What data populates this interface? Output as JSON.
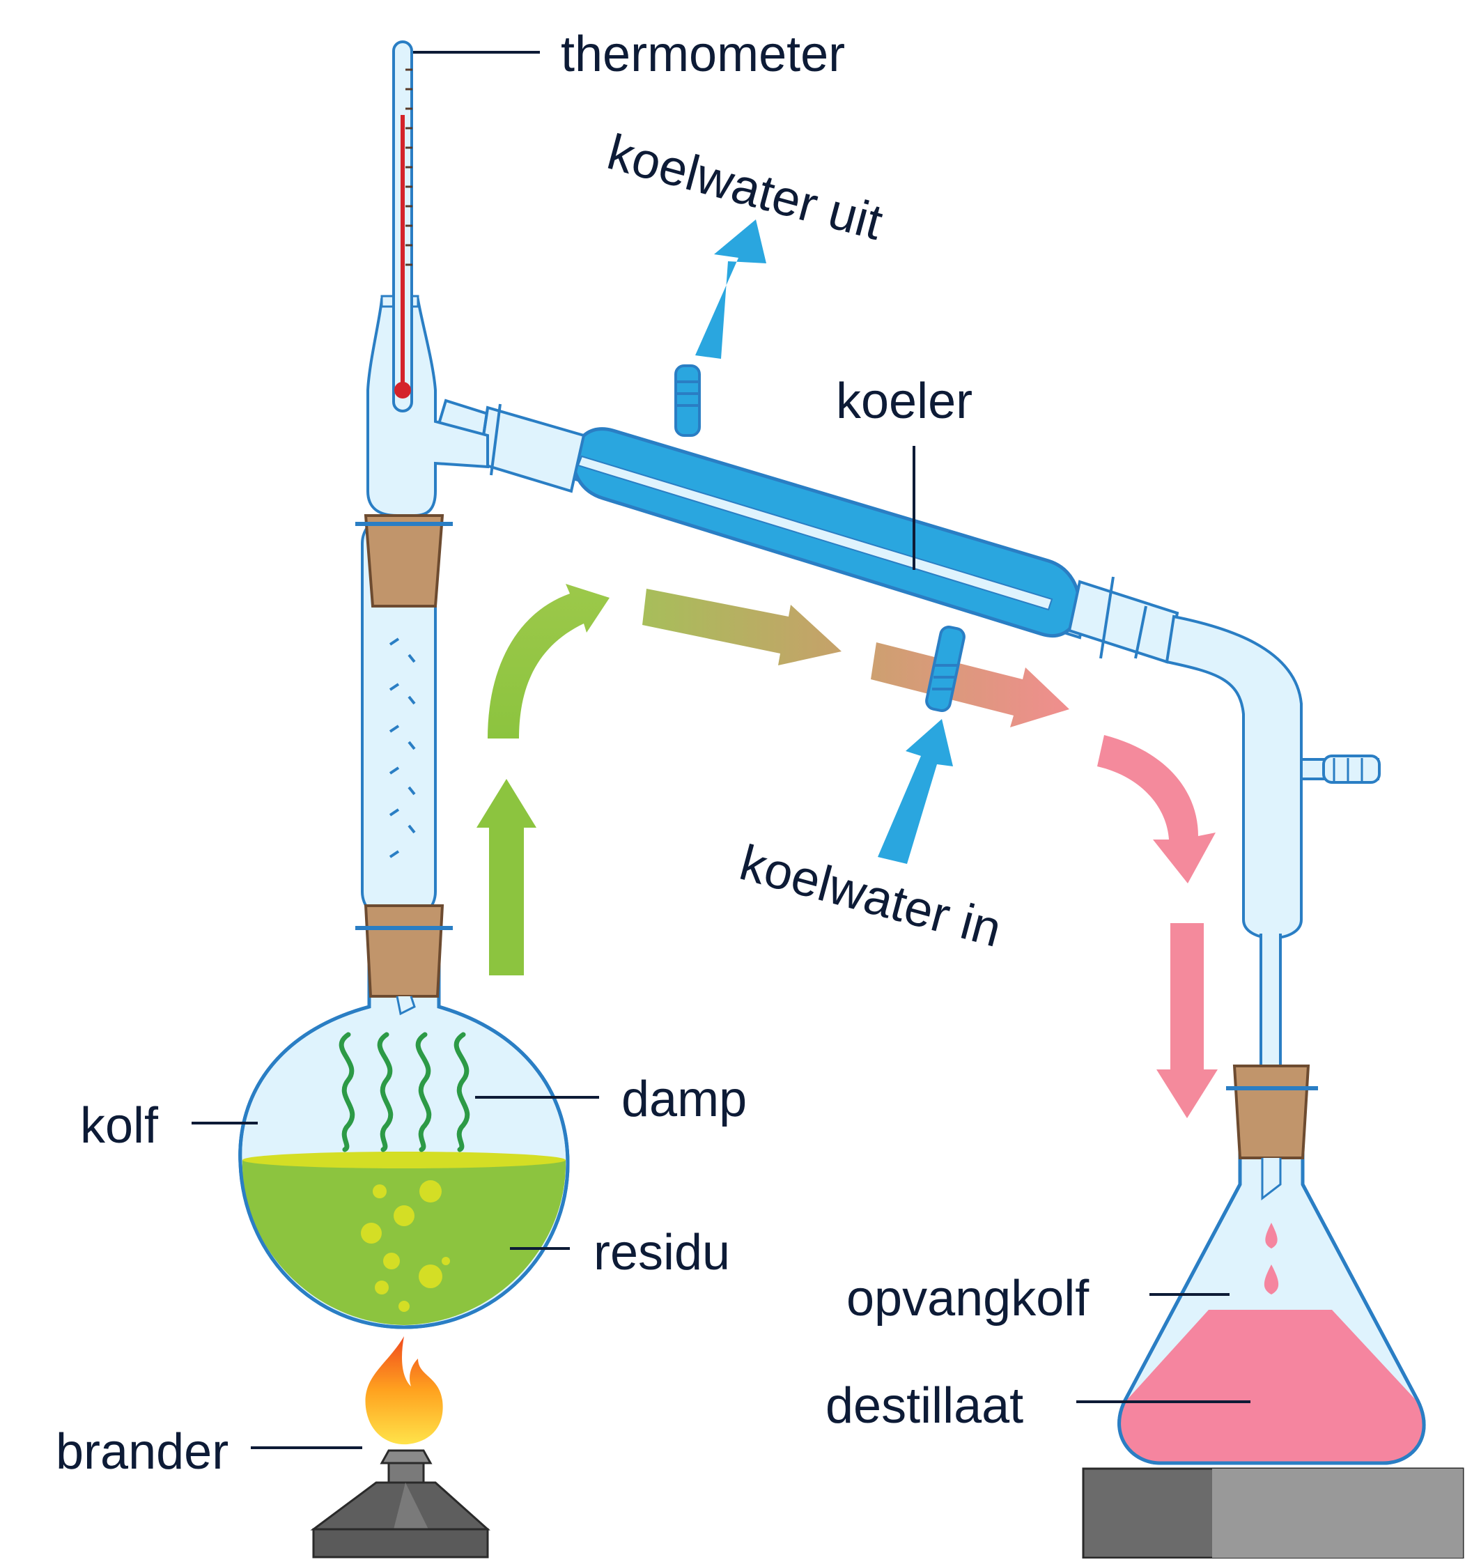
{
  "labels": {
    "thermometer": "thermometer",
    "koelwater_uit": "koelwater uit",
    "koeler": "koeler",
    "koelwater_in": "koelwater in",
    "kolf": "kolf",
    "damp": "damp",
    "residu": "residu",
    "brander": "brander",
    "opvangkolf": "opvangkolf",
    "destillaat": "destillaat"
  },
  "colors": {
    "glass_outline": "#2a7ec4",
    "glass_fill": "#dff3fd",
    "coolant": "#2aa6df",
    "cork": "#c1956b",
    "residue": "#8cc43f",
    "residue_surface": "#d4de25",
    "vapor_wave": "#2c9a46",
    "distillate": "#f5859f",
    "arrow_green": "#8cc43f",
    "arrow_pink": "#f48a9c",
    "burner": "#6f6f6f",
    "hotplate": "#6b6b6b"
  },
  "icons": {
    "flame": "flame-icon",
    "bubbles": "bubble-icon",
    "drops": "droplet-icon"
  }
}
